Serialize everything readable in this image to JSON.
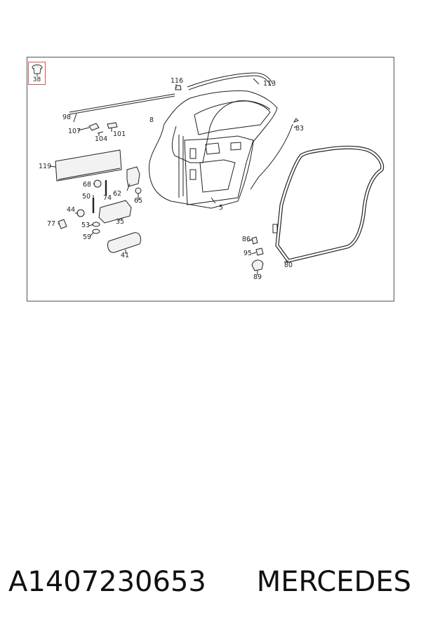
{
  "diagram": {
    "highlighted_part": "38",
    "callouts": [
      "116",
      "113",
      "98",
      "8",
      "83",
      "107",
      "101",
      "104",
      "119",
      "68",
      "62",
      "50",
      "74",
      "65",
      "5",
      "44",
      "77",
      "53",
      "35",
      "59",
      "41",
      "86",
      "95",
      "80",
      "89"
    ]
  },
  "footer": {
    "part_number": "A1407230653",
    "brand": "MERCEDES"
  }
}
